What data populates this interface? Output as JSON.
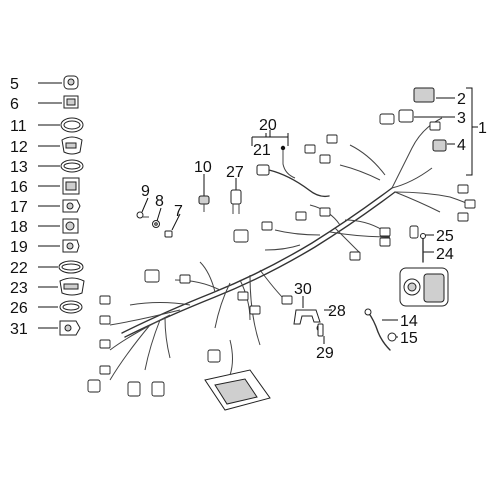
{
  "parts": [
    {
      "id": "p5",
      "label": "5"
    },
    {
      "id": "p6",
      "label": "6"
    },
    {
      "id": "p11",
      "label": "11"
    },
    {
      "id": "p12",
      "label": "12"
    },
    {
      "id": "p13",
      "label": "13"
    },
    {
      "id": "p16",
      "label": "16"
    },
    {
      "id": "p17",
      "label": "17"
    },
    {
      "id": "p18",
      "label": "18"
    },
    {
      "id": "p19",
      "label": "19"
    },
    {
      "id": "p22",
      "label": "22"
    },
    {
      "id": "p23",
      "label": "23"
    },
    {
      "id": "p26",
      "label": "26"
    },
    {
      "id": "p31",
      "label": "31"
    },
    {
      "id": "p9",
      "label": "9"
    },
    {
      "id": "p8",
      "label": "8"
    },
    {
      "id": "p7",
      "label": "7"
    },
    {
      "id": "p10",
      "label": "10"
    },
    {
      "id": "p27",
      "label": "27"
    },
    {
      "id": "p20",
      "label": "20"
    },
    {
      "id": "p21",
      "label": "21"
    },
    {
      "id": "p2",
      "label": "2"
    },
    {
      "id": "p3",
      "label": "3"
    },
    {
      "id": "p1",
      "label": "1"
    },
    {
      "id": "p4",
      "label": "4"
    },
    {
      "id": "p25",
      "label": "25"
    },
    {
      "id": "p24",
      "label": "24"
    },
    {
      "id": "p30",
      "label": "30"
    },
    {
      "id": "p28",
      "label": "28"
    },
    {
      "id": "p29",
      "label": "29"
    },
    {
      "id": "p14",
      "label": "14"
    },
    {
      "id": "p15",
      "label": "15"
    }
  ]
}
